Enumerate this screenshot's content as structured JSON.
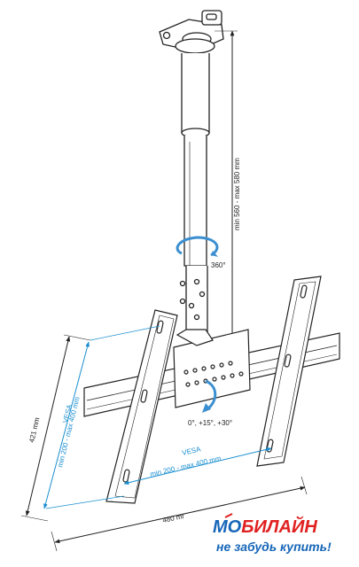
{
  "labels": {
    "height_range": "min 560 - max 580 mm",
    "rotation": "360°",
    "tilt": "0°, +15°, +30°",
    "width_total": "480 mr",
    "height_total": "421 mm",
    "vesa_vertical_title": "VESA",
    "vesa_vertical_range": "min 200 - max 400 mm",
    "vesa_horizontal_title": "VESA",
    "vesa_horizontal_range": "min 200 - max 400 mm"
  },
  "logo": {
    "brand_prefix": "МО",
    "brand_suffix": "БИЛАЙН",
    "slogan": "не забудь купить!"
  },
  "colors": {
    "line": "#222222",
    "vesa_accent": "#1a8fd0",
    "rotation_arrow": "#3b8fd0",
    "logo_blue": "#1666b8",
    "logo_red": "#e02020"
  },
  "icons": [
    "rotation-arrow-icon",
    "tilt-arrow-icon"
  ]
}
